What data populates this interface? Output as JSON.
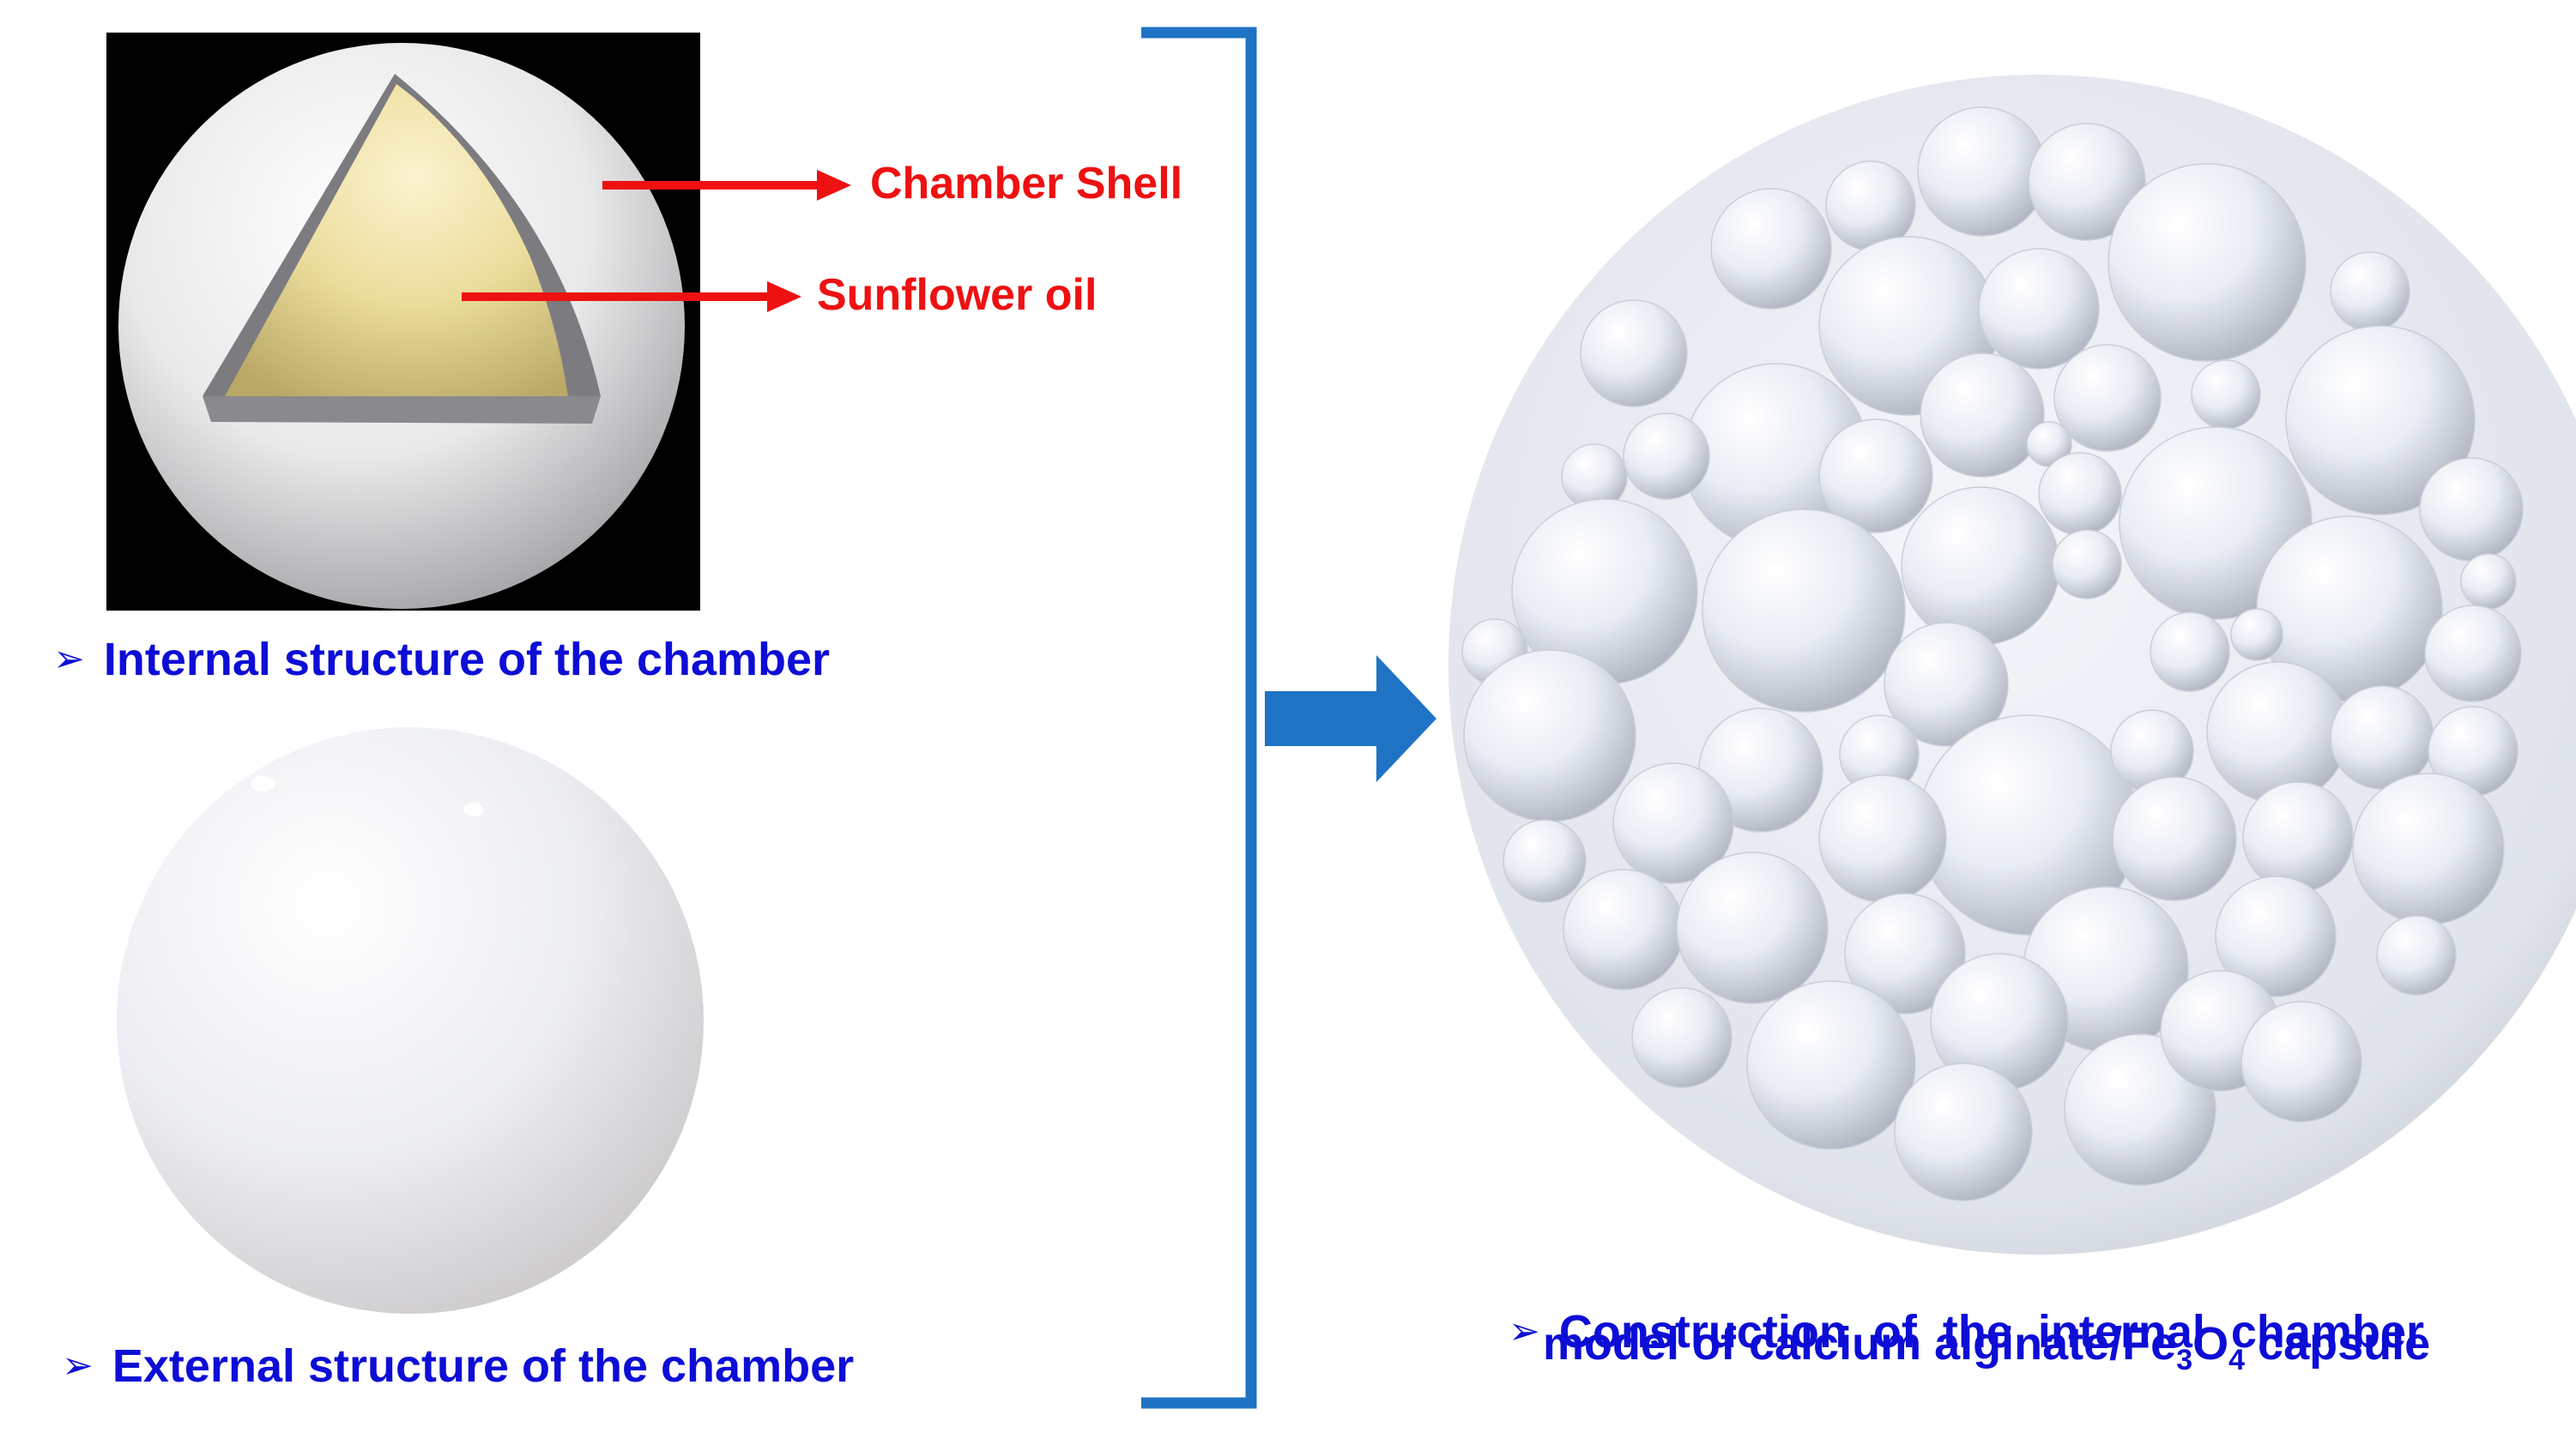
{
  "colors": {
    "caption_text": "#0d0dd6",
    "label_text": "#ee1111",
    "arrow_red": "#ee1111",
    "bracket_blue": "#1f73c4",
    "big_arrow_blue": "#1f73c4",
    "inset_background": "#000000",
    "oil_yellow": "#ecdd9c",
    "sphere_white": "#f2f4f8"
  },
  "icons": {
    "bullet": "right-arrowhead-bullet",
    "flow": "right-arrow"
  },
  "internal": {
    "label_shell": "Chamber Shell",
    "label_oil": "Sunflower oil",
    "caption": "Internal structure of the chamber",
    "bullet_glyph": "➢"
  },
  "external": {
    "caption": "External structure of the chamber",
    "bullet_glyph": "➢"
  },
  "model": {
    "bullet_glyph": "➢",
    "caption_line1": "Construction  of  the  internal  chamber",
    "caption_line2_prefix": "model of calcium alginate/Fe",
    "sub1": "3",
    "mid": "O",
    "sub2": "4",
    "caption_line2_suffix": " capsule"
  }
}
